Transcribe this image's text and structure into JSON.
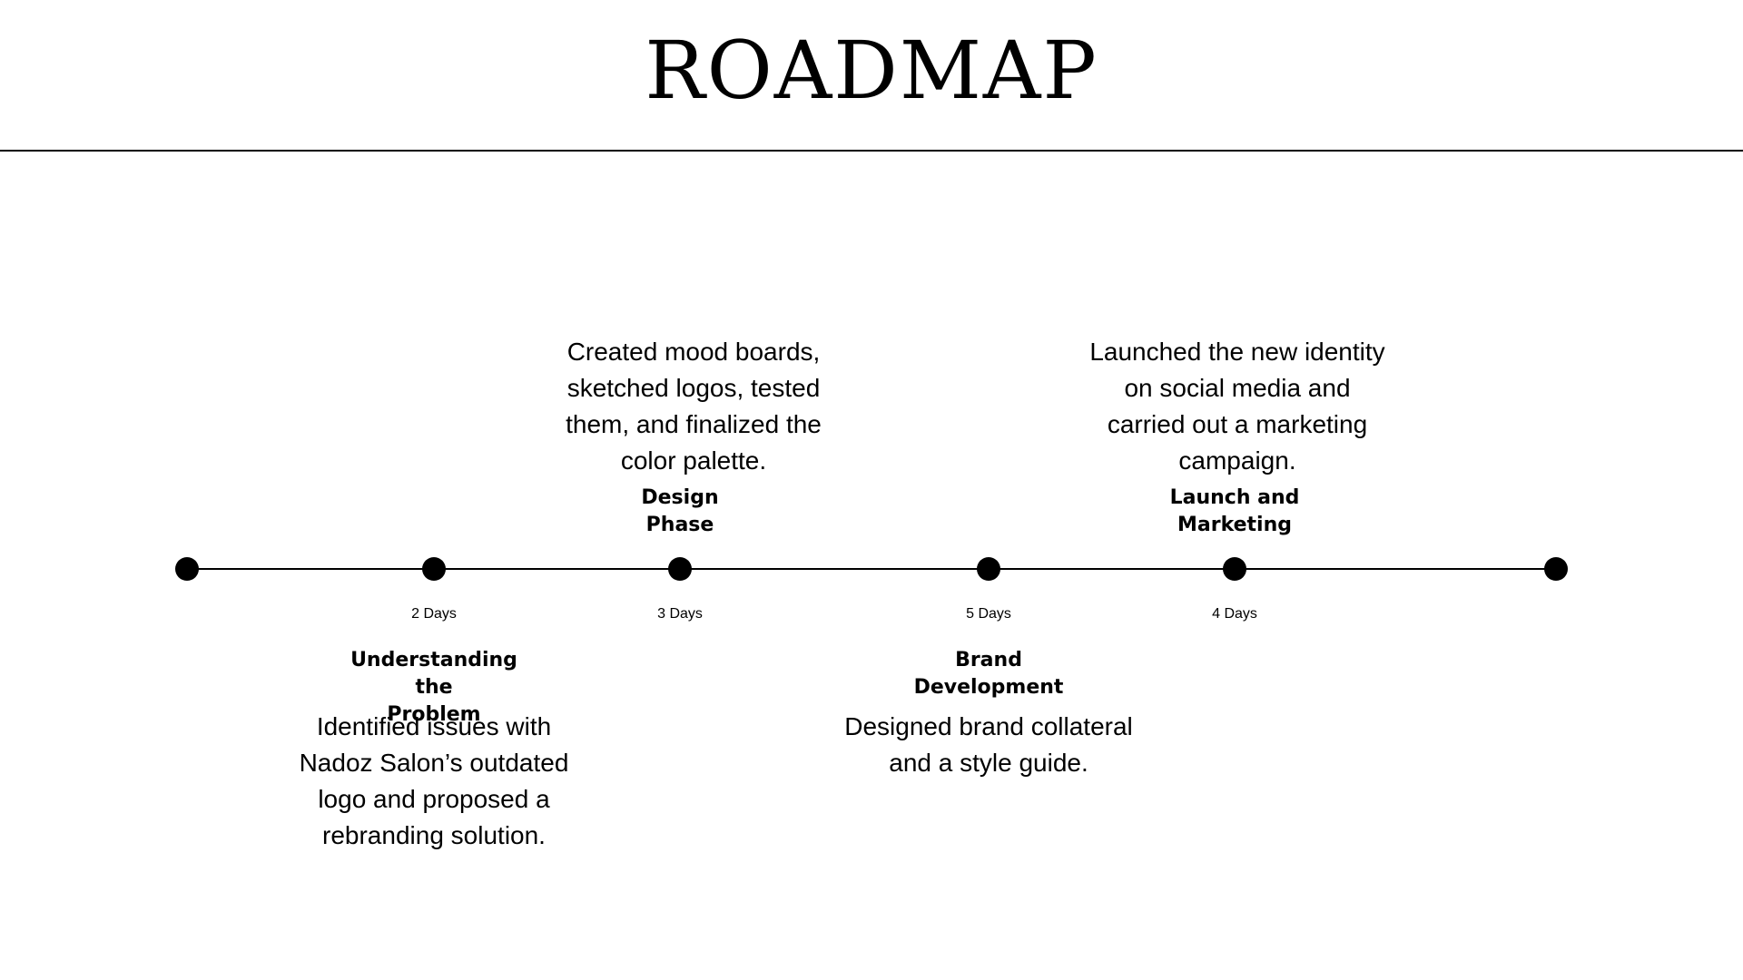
{
  "title": "ROADMAP",
  "phases": [
    {
      "duration": "2 Days",
      "title_line1": "Understanding the",
      "title_line2": "Problem",
      "description_lines": [
        "Identified issues with",
        "Nadoz Salon’s outdated",
        "logo and proposed a",
        "rebranding solution."
      ]
    },
    {
      "duration": "3 Days",
      "title_line1": "Design",
      "title_line2": "Phase",
      "description_lines": [
        "Created mood boards,",
        "sketched logos, tested",
        "them, and finalized the",
        "color palette."
      ]
    },
    {
      "duration": "5 Days",
      "title_line1": "Brand",
      "title_line2": "Development",
      "description_lines": [
        "Designed brand collateral",
        "and a style guide."
      ]
    },
    {
      "duration": "4 Days",
      "title_line1": "Launch and",
      "title_line2": "Marketing",
      "description_lines": [
        "Launched the new identity",
        "on social media and",
        "carried out a marketing",
        "campaign."
      ]
    }
  ]
}
